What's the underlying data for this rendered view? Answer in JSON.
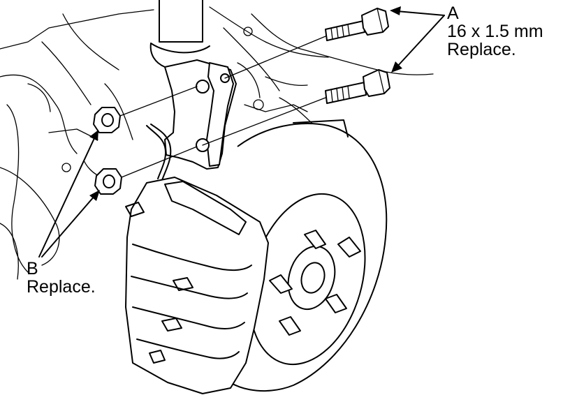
{
  "callouts": {
    "a": {
      "letter": "A",
      "spec": "16 x 1.5 mm",
      "note": "Replace."
    },
    "b": {
      "letter": "B",
      "note": "Replace."
    }
  },
  "colors": {
    "ink": "#000000",
    "paper": "#ffffff"
  }
}
